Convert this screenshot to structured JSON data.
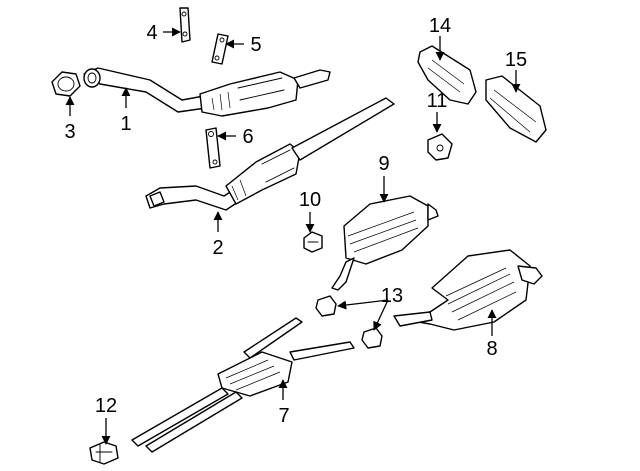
{
  "callouts": [
    {
      "id": "c1",
      "text": "1"
    },
    {
      "id": "c2",
      "text": "2"
    },
    {
      "id": "c3",
      "text": "3"
    },
    {
      "id": "c4",
      "text": "4"
    },
    {
      "id": "c5",
      "text": "5"
    },
    {
      "id": "c6",
      "text": "6"
    },
    {
      "id": "c7",
      "text": "7"
    },
    {
      "id": "c8",
      "text": "8"
    },
    {
      "id": "c9",
      "text": "9"
    },
    {
      "id": "c10",
      "text": "10"
    },
    {
      "id": "c11",
      "text": "11"
    },
    {
      "id": "c12",
      "text": "12"
    },
    {
      "id": "c13",
      "text": "13"
    },
    {
      "id": "c14",
      "text": "14"
    },
    {
      "id": "c15",
      "text": "15"
    }
  ],
  "colors": {
    "line": "#000000",
    "background": "#ffffff"
  }
}
